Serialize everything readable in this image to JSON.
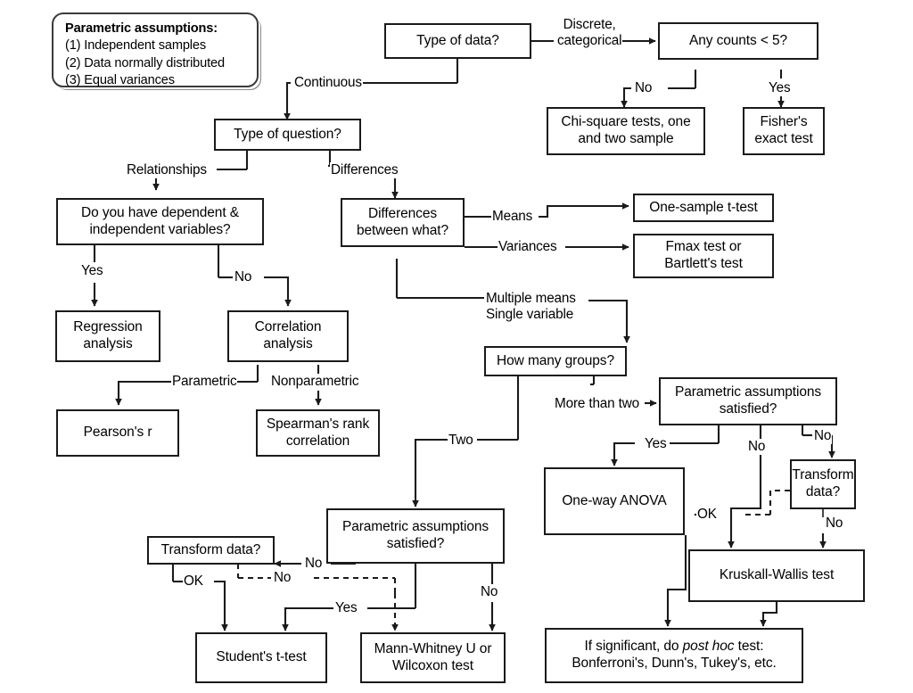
{
  "diagram": {
    "title": "Statistical test selection flowchart",
    "stroke_color": "#1a1a1a",
    "background": "#ffffff"
  },
  "legend": {
    "title": "Parametric assumptions:",
    "items": [
      "(1) Independent samples",
      "(2) Data normally distributed",
      "(3) Equal variances"
    ]
  },
  "nodes": {
    "type_of_data": "Type of data?",
    "any_counts": "Any counts < 5?",
    "chi_square": "Chi-square tests, one\nand two sample",
    "fishers": "Fisher's\nexact test",
    "type_of_question": "Type of question?",
    "dependent_independent": "Do you have dependent &\nindependent variables?",
    "differences_between": "Differences\nbetween what?",
    "one_sample_t": "One-sample t-test",
    "fmax_bartlett": "Fmax test or\nBartlett's test",
    "regression": "Regression\nanalysis",
    "correlation": "Correlation\nanalysis",
    "pearsons_r": "Pearson's r",
    "spearmans": "Spearman's rank\ncorrelation",
    "how_many_groups": "How many groups?",
    "param_assump_right": "Parametric assumptions\nsatisfied?",
    "one_way_anova": "One-way ANOVA",
    "transform_data_right": "Transform\ndata?",
    "kruskall_wallis": "Kruskall-Wallis test",
    "param_assump_bottom": "Parametric assumptions\nsatisfied?",
    "transform_data_left": "Transform data?",
    "students_t": "Student's t-test",
    "mann_whitney": "Mann-Whitney U or\nWilcoxon test",
    "post_hoc_prefix": "If significant, do ",
    "post_hoc_italic": "post hoc",
    "post_hoc_suffix": " test:",
    "post_hoc_line2": "Bonferroni's, Dunn's, Tukey's, etc."
  },
  "edge_labels": {
    "discrete_categorical": "Discrete,\ncategorical",
    "counts_no": "No",
    "counts_yes": "Yes",
    "continuous": "Continuous",
    "relationships": "Relationships",
    "differences": "Differences",
    "dep_yes": "Yes",
    "dep_no": "No",
    "parametric": "Parametric",
    "nonparametric": "Nonparametric",
    "means": "Means",
    "variances": "Variances",
    "multiple_means": "Multiple means\nSingle variable",
    "more_than_two": "More than two",
    "two": "Two",
    "right_yes": "Yes",
    "right_no_mid": "No",
    "right_no_transform": "No",
    "right_ok": "OK",
    "right_transform_no": "No",
    "bottom_no_to_transform": "No",
    "bottom_dashed_no": "No",
    "bottom_ok": "OK",
    "bottom_yes": "Yes",
    "bottom_no_right": "No"
  }
}
